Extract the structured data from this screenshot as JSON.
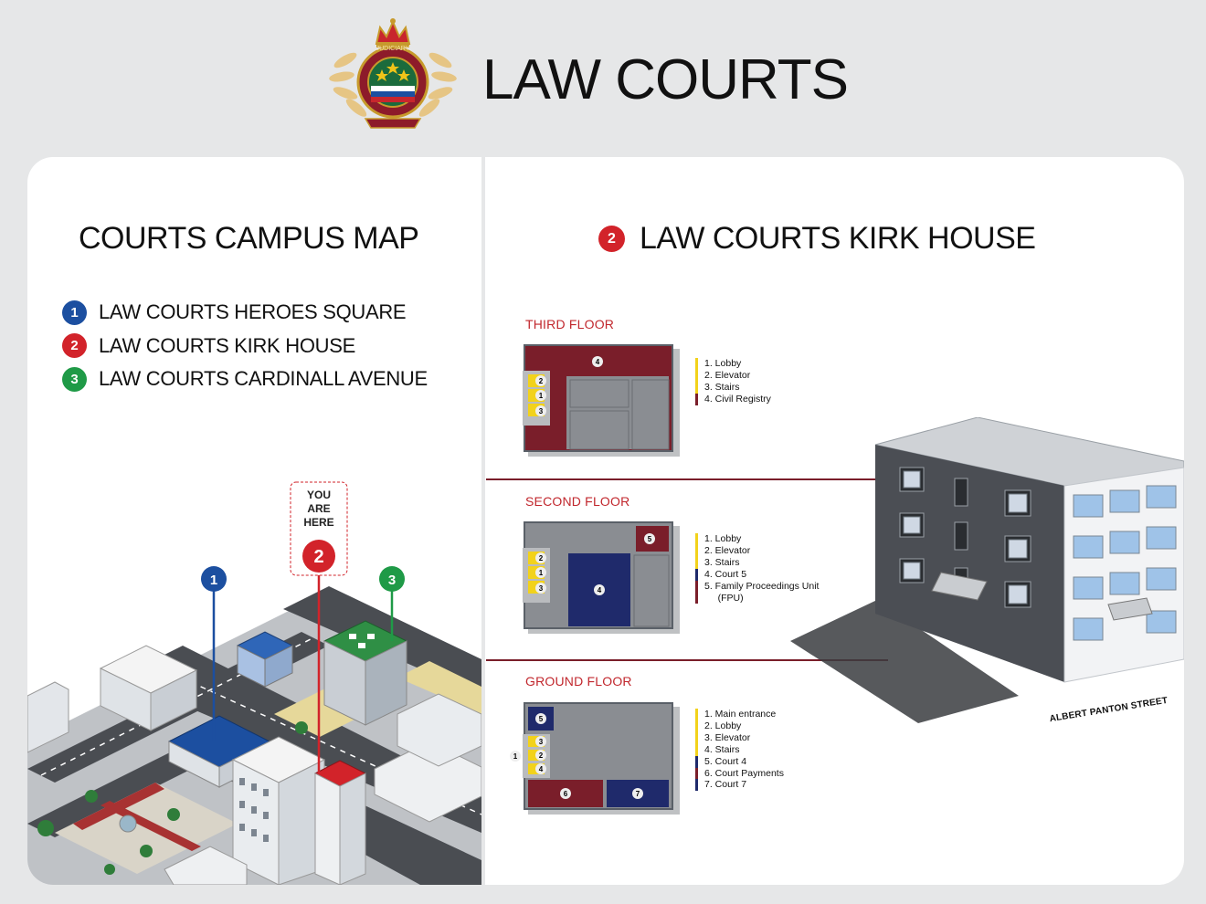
{
  "header": {
    "title": "LAW COURTS",
    "crest_text": "JUDICIARY"
  },
  "campus": {
    "title": "COURTS CAMPUS MAP",
    "legend": [
      {
        "num": "1",
        "label": "LAW COURTS HEROES SQUARE",
        "color": "#1c4fa0"
      },
      {
        "num": "2",
        "label": "LAW COURTS KIRK HOUSE",
        "color": "#d2232a"
      },
      {
        "num": "3",
        "label": "LAW COURTS CARDINALL AVENUE",
        "color": "#1f9a47"
      }
    ],
    "you_are_here": [
      "YOU",
      "ARE",
      "HERE"
    ],
    "markers": [
      "1",
      "2",
      "3"
    ]
  },
  "building": {
    "num": "2",
    "title": "LAW COURTS KIRK HOUSE",
    "street": "ALBERT PANTON STREET"
  },
  "floors": [
    {
      "label": "THIRD FLOOR",
      "items": [
        {
          "text": "1.  Lobby",
          "color": "#f2d21b"
        },
        {
          "text": "2.  Elevator",
          "color": "#f2d21b"
        },
        {
          "text": "3.  Stairs",
          "color": "#f2d21b"
        },
        {
          "text": "4.  Civil Registry",
          "color": "#7a1e2a"
        }
      ]
    },
    {
      "label": "SECOND FLOOR",
      "items": [
        {
          "text": "1.  Lobby",
          "color": "#f2d21b"
        },
        {
          "text": "2.  Elevator",
          "color": "#f2d21b"
        },
        {
          "text": "3.  Stairs",
          "color": "#f2d21b"
        },
        {
          "text": "4.  Court 5",
          "color": "#1f2a6b"
        },
        {
          "text": "5.  Family Proceedings Unit",
          "color": "#7a1e2a"
        },
        {
          "text": "     (FPU)",
          "color": "#7a1e2a"
        }
      ]
    },
    {
      "label": "GROUND FLOOR",
      "items": [
        {
          "text": "1.  Main entrance",
          "color": "#f2d21b"
        },
        {
          "text": "2.  Lobby",
          "color": "#f2d21b"
        },
        {
          "text": "3.  Elevator",
          "color": "#f2d21b"
        },
        {
          "text": "4.  Stairs",
          "color": "#f2d21b"
        },
        {
          "text": "5.  Court 4",
          "color": "#1f2a6b"
        },
        {
          "text": "6.  Court Payments",
          "color": "#7a1e2a"
        },
        {
          "text": "7.  Court 7",
          "color": "#1f2a6b"
        }
      ]
    }
  ],
  "plan_numbers": {
    "third": [
      "4",
      "2",
      "1",
      "3"
    ],
    "second": [
      "5",
      "2",
      "1",
      "3",
      "4"
    ],
    "ground": [
      "5",
      "3",
      "2",
      "4",
      "6",
      "7",
      "1"
    ]
  }
}
